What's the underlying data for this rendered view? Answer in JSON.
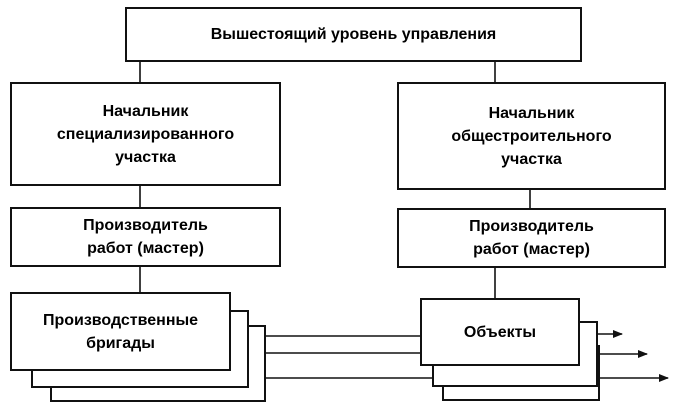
{
  "top_box": {
    "label": "Вышестоящий уровень управления"
  },
  "left_branch": {
    "head_label": "Начальник\nспециализированного\nучастка",
    "foreman_label": "Производитель\nработ (мастер)",
    "crews_label": "Производственные\nбригады"
  },
  "right_branch": {
    "head_label": "Начальник\nобщестроительного\nучастка",
    "foreman_label": "Производитель\nработ (мастер)",
    "objects_label": "Объекты"
  },
  "colors": {
    "line": "#111111",
    "box_fill": "#ffffff"
  }
}
